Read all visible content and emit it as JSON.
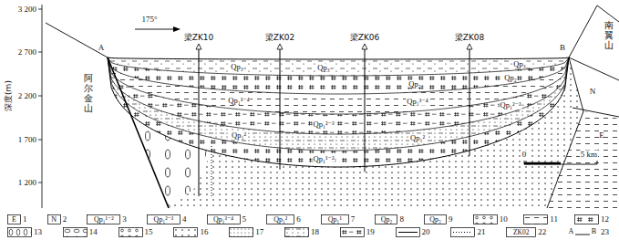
{
  "diagram": {
    "labels": [
      "3 200",
      "2 700",
      "2 200",
      "1 700",
      "1 200",
      "深度(m)",
      "175°",
      "A",
      "B",
      "阿尔金山",
      "南翼山",
      "N",
      "E",
      "梁ZK10",
      "梁ZK02",
      "梁ZK06",
      "梁ZK08",
      "Qp₃",
      "Qp₃",
      "Qp₃",
      "Qp₂",
      "Qp₂",
      "Qp₁³⁻⁴",
      "Qp₁³⁻⁴",
      "Qp₁²⁻³",
      "Qp₁²⁻³",
      "Qp₁²",
      "Qp₁²",
      "Qp₁¹⁻²",
      "0",
      "5 km",
      "E",
      "N",
      "Qp₁¹⁻²",
      "Qp₁²⁻³",
      "Qp₁³⁻⁴",
      "Qp₁²",
      "Qp₁¹",
      "Qp₂",
      "Qp₃",
      "ZK02",
      "A",
      "B"
    ],
    "legend": [
      {
        "text": "1"
      },
      {
        "text": "2"
      },
      {
        "text": "3"
      },
      {
        "text": "4"
      },
      {
        "text": "5"
      },
      {
        "text": "6"
      },
      {
        "text": "7"
      },
      {
        "text": "8"
      },
      {
        "text": "9"
      },
      {
        "text": "10"
      },
      {
        "text": "11"
      },
      {
        "text": "12"
      },
      {
        "text": "13"
      },
      {
        "text": "14"
      },
      {
        "text": "15"
      },
      {
        "text": "16"
      },
      {
        "text": "17"
      },
      {
        "text": "18"
      },
      {
        "text": "19"
      },
      {
        "text": "20"
      },
      {
        "text": "21"
      },
      {
        "text": "22"
      },
      {
        "text": "23"
      }
    ]
  }
}
